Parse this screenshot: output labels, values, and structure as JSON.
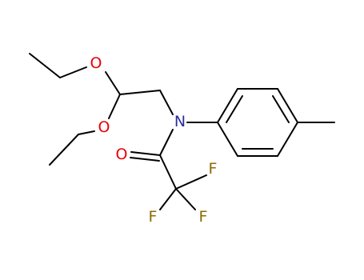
{
  "molecule": {
    "atoms": {
      "o_upper": {
        "symbol": "O",
        "color": "#e8000b"
      },
      "o_lower": {
        "symbol": "O",
        "color": "#e8000b"
      },
      "o_carbonyl": {
        "symbol": "O",
        "color": "#e8000b"
      },
      "n_amide": {
        "symbol": "N",
        "color": "#2b2b9e"
      },
      "f_right": {
        "symbol": "F",
        "color": "#8c6a00"
      },
      "f_left": {
        "symbol": "F",
        "color": "#8c6a00"
      },
      "f_bottom": {
        "symbol": "F",
        "color": "#8c6a00"
      }
    }
  }
}
